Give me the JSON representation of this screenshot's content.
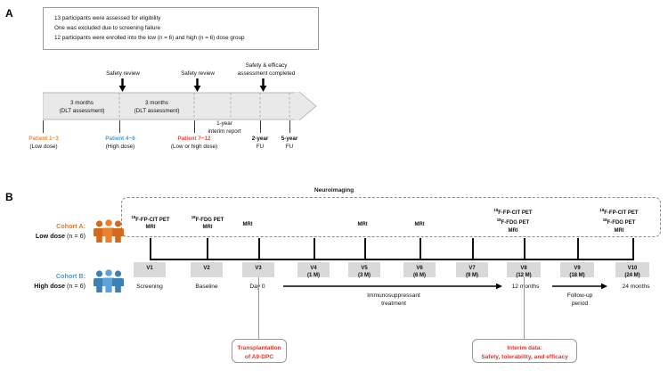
{
  "panels": {
    "a": {
      "label": "A"
    },
    "b": {
      "label": "B"
    }
  },
  "panel_a": {
    "enrollment_box": {
      "lines": [
        "13 participants were assessed for eligibility",
        "One was excluded due to screening failure",
        "12 participants were enrolled into the low (n = 6) and high (n = 6) dose group"
      ]
    },
    "annotations": [
      {
        "name": "safety-review-1",
        "text_lines": [
          "Safety review"
        ]
      },
      {
        "name": "safety-review-2",
        "text_lines": [
          "Safety review"
        ]
      },
      {
        "name": "safety-efficacy",
        "text_lines": [
          "Safety & efficacy",
          "assessment completed"
        ]
      }
    ],
    "segments": [
      {
        "line1": "3 months",
        "line2": "(DLT assessment)"
      },
      {
        "line1": "3 months",
        "line2": "(DLT assessment)"
      }
    ],
    "interim_note": {
      "line1": "1-year",
      "line2": "interim report"
    },
    "patient_markers": [
      {
        "top": "Patient 1~3",
        "bottom": "(Low dose)",
        "color": "#E8883A"
      },
      {
        "top": "Patient 4~6",
        "bottom": "(High dose)",
        "color": "#4A9BD4"
      },
      {
        "top": "Patient 7~12",
        "bottom": "(Low or high dose)",
        "color": "#EE4B3C"
      },
      {
        "top": "2-year",
        "bottom": "FU",
        "color": "#111111"
      },
      {
        "top": "5-year",
        "bottom": "FU",
        "color": "#111111"
      }
    ]
  },
  "panel_b": {
    "neuroimaging_title": "Neuroimaging",
    "cohorts": [
      {
        "name": "Cohort A:",
        "dose": "Low dose",
        "n": " (n = 6)",
        "color": "#E07B2E"
      },
      {
        "name": "Cohort B:",
        "dose": "High dose",
        "n": " (n = 6)",
        "color": "#4A9BD4"
      }
    ],
    "imaging": [
      {
        "visit": "V1",
        "lines": [
          "18F-FP-CIT PET",
          "MRI"
        ]
      },
      {
        "visit": "V2",
        "lines": [
          "18F-FDG PET",
          "MRI"
        ]
      },
      {
        "visit": "V3",
        "lines": [
          "MRI"
        ]
      },
      {
        "visit": "V4",
        "lines": []
      },
      {
        "visit": "V5",
        "lines": [
          "MRI"
        ]
      },
      {
        "visit": "V6",
        "lines": [
          "MRI"
        ]
      },
      {
        "visit": "V7",
        "lines": []
      },
      {
        "visit": "V8",
        "lines": [
          "18F-FP-CIT PET",
          "18F-FDG PET",
          "MRI"
        ]
      },
      {
        "visit": "V9",
        "lines": []
      },
      {
        "visit": "V10",
        "lines": [
          "18F-FP-CIT PET",
          "18F-FDG PET",
          "MRI"
        ]
      }
    ],
    "visits": [
      {
        "id": "V1",
        "month": ""
      },
      {
        "id": "V2",
        "month": ""
      },
      {
        "id": "V3",
        "month": ""
      },
      {
        "id": "V4",
        "month": "(1 M)"
      },
      {
        "id": "V5",
        "month": "(3 M)"
      },
      {
        "id": "V6",
        "month": "(6 M)"
      },
      {
        "id": "V7",
        "month": "(9 M)"
      },
      {
        "id": "V8",
        "month": "(12 M)"
      },
      {
        "id": "V9",
        "month": "(18 M)"
      },
      {
        "id": "V10",
        "month": "(24 M)"
      }
    ],
    "phase_labels": [
      {
        "name": "screening",
        "text": "Screening"
      },
      {
        "name": "baseline",
        "text": "Baseline"
      },
      {
        "name": "day-0",
        "text": "Day 0"
      },
      {
        "name": "twelve-months",
        "text": "12 months"
      },
      {
        "name": "twentyfour-months",
        "text": "24 months"
      }
    ],
    "flow_captions": [
      {
        "name": "immunosuppressant",
        "line1": "Immunosuppressant",
        "line2": "treatment"
      },
      {
        "name": "follow-up",
        "line1": "Follow-up",
        "line2": "period"
      }
    ],
    "callouts": [
      {
        "name": "transplantation",
        "line1": "Transplantation",
        "line2": "of A9-DPC"
      },
      {
        "name": "interim-data",
        "line1": "Interim data:",
        "line2": "Safety, tolerability, and efficacy"
      }
    ]
  },
  "colors": {
    "orange": "#E8883A",
    "blue": "#4A9BD4",
    "red": "#EE4B3C",
    "callout_red": "#E8322A",
    "gray_bar": "#E6E6E6",
    "visit_box": "#D9D9D9"
  }
}
